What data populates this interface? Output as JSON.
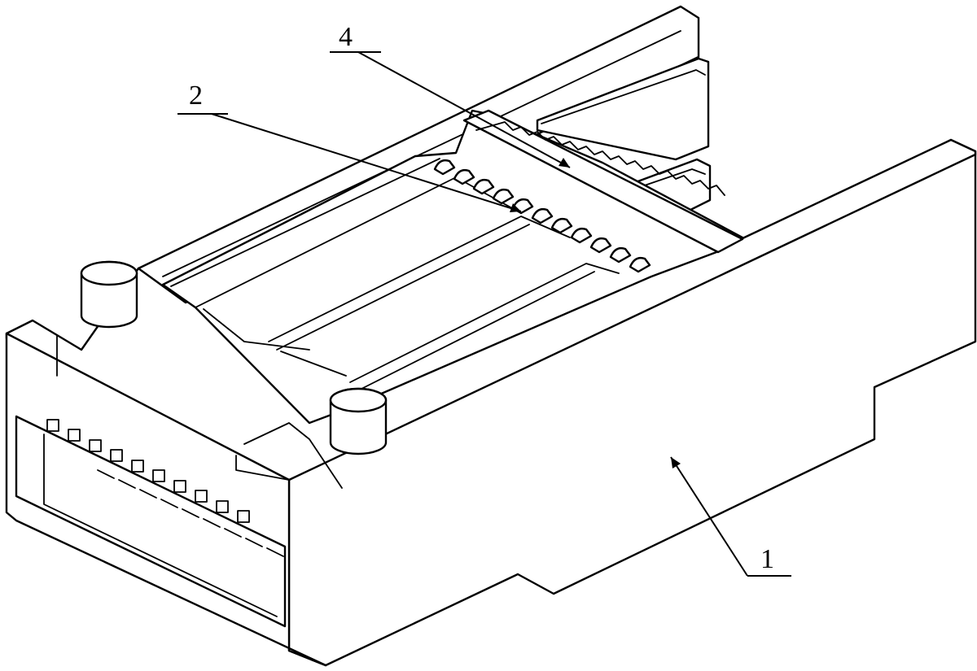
{
  "figure": {
    "background": "#ffffff",
    "line_color": "#000000",
    "callouts": [
      {
        "id": "callout-4",
        "label": "4"
      },
      {
        "id": "callout-2",
        "label": "2"
      },
      {
        "id": "callout-1",
        "label": "1"
      }
    ]
  }
}
